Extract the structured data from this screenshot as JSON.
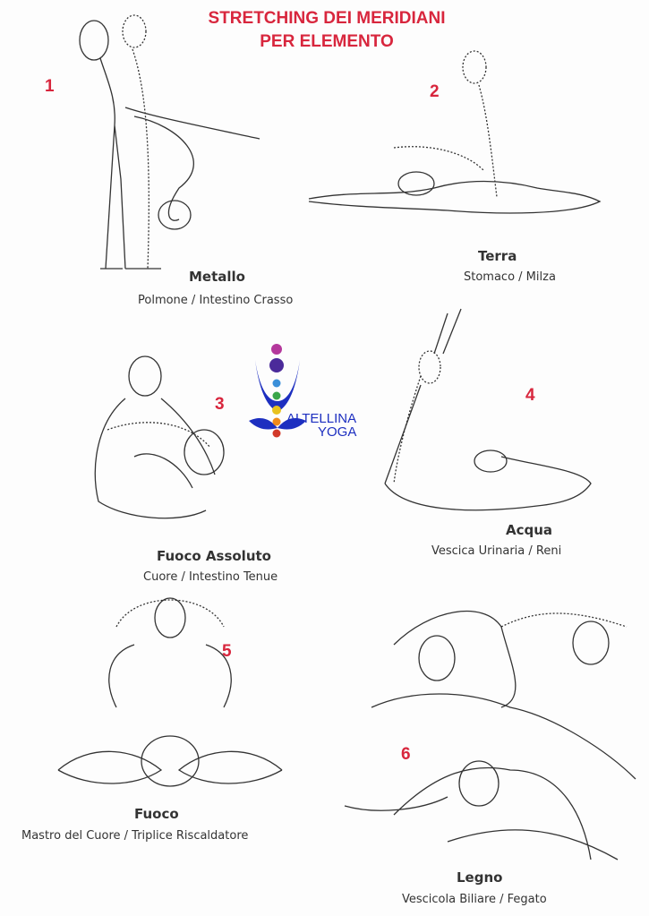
{
  "title": {
    "line1": "STRETCHING DEI MERIDIANI",
    "line2": "PER ELEMENTO"
  },
  "logo": {
    "line1": "ALTELLINA",
    "line2": "YOGA"
  },
  "poses": [
    {
      "number": "1",
      "element": "Metallo",
      "organs": "Polmone / Intestino Crasso"
    },
    {
      "number": "2",
      "element": "Terra",
      "organs": "Stomaco / Milza"
    },
    {
      "number": "3",
      "element": "Fuoco Assoluto",
      "organs": "Cuore / Intestino Tenue"
    },
    {
      "number": "4",
      "element": "Acqua",
      "organs": "Vescica Urinaria / Reni"
    },
    {
      "number": "5",
      "element": "Fuoco",
      "organs": "Mastro del Cuore / Triplice Riscaldatore"
    },
    {
      "number": "6",
      "element": "Legno",
      "organs": "Vescicola Biliare / Fegato"
    }
  ],
  "colors": {
    "accent": "#d8263d",
    "logo_blue": "#1d2fc0"
  }
}
